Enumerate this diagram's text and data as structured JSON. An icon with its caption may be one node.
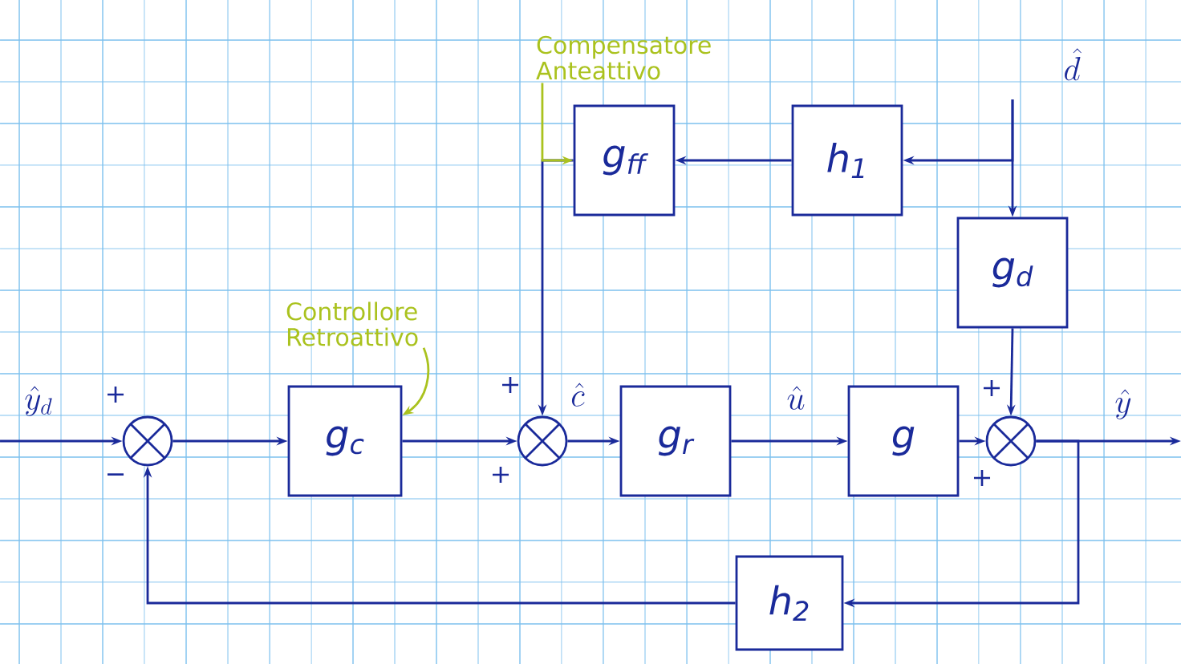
{
  "diagram": {
    "nodes": [
      {
        "text": [],
        "shape": "circle"
      },
      {
        "text": [
          "g$_{c}$"
        ]
      },
      {
        "text": [],
        "shape": "circle"
      },
      {
        "text": [
          "g$_{r}$"
        ]
      },
      {
        "text": [
          "g"
        ]
      },
      {
        "text": [],
        "shape": "circle"
      },
      {
        "text": [
          "g$_{ff}$"
        ]
      },
      {
        "text": [
          "h$_{1}$"
        ]
      },
      {
        "text": [
          "g$_{d}$"
        ]
      },
      {
        "text": [
          "h$_{2}$"
        ]
      },
      {
        "text": [
          "Controllore Retroattivo"
        ]
      },
      {
        "text": [
          "Compensatore Anteattivo"
        ]
      }
    ],
    "edges": [
      {
        "from": null,
        "to": 0,
        "arrow": "to",
        "label": "\\hat{y}_d"
      },
      {
        "from": 0,
        "to": 1,
        "arrow": "to"
      },
      {
        "from": 1,
        "to": 2,
        "arrow": "to"
      },
      {
        "from": 2,
        "to": 3,
        "arrow": "to",
        "label": "\\hat{c}"
      },
      {
        "from": 3,
        "to": 4,
        "arrow": "to",
        "label": "\\hat{u}"
      },
      {
        "from": 4,
        "to": 5,
        "arrow": "to"
      },
      {
        "from": 5,
        "to": null,
        "arrow": "to",
        "label": "\\hat{y}"
      },
      {
        "from": null,
        "to": 7,
        "arrow": "to",
        "label": "\\hat{d}"
      },
      {
        "from": null,
        "to": 8,
        "arrow": "to"
      },
      {
        "from": 7,
        "to": 6,
        "arrow": "to"
      },
      {
        "from": 6,
        "to": 2,
        "arrow": "to"
      },
      {
        "from": 8,
        "to": 5,
        "arrow": "to"
      },
      {
        "from": 5,
        "to": 9,
        "arrow": "to"
      },
      {
        "from": 9,
        "to": 0,
        "arrow": "to"
      },
      {
        "from": 10,
        "to": 1,
        "arrow": "to",
        "color": "#aac21e"
      },
      {
        "from": 11,
        "to": 6,
        "arrow": "to",
        "color": "#aac21e"
      }
    ],
    "labels": [
      "+",
      "−",
      "+",
      "+",
      "+",
      "+"
    ]
  }
}
